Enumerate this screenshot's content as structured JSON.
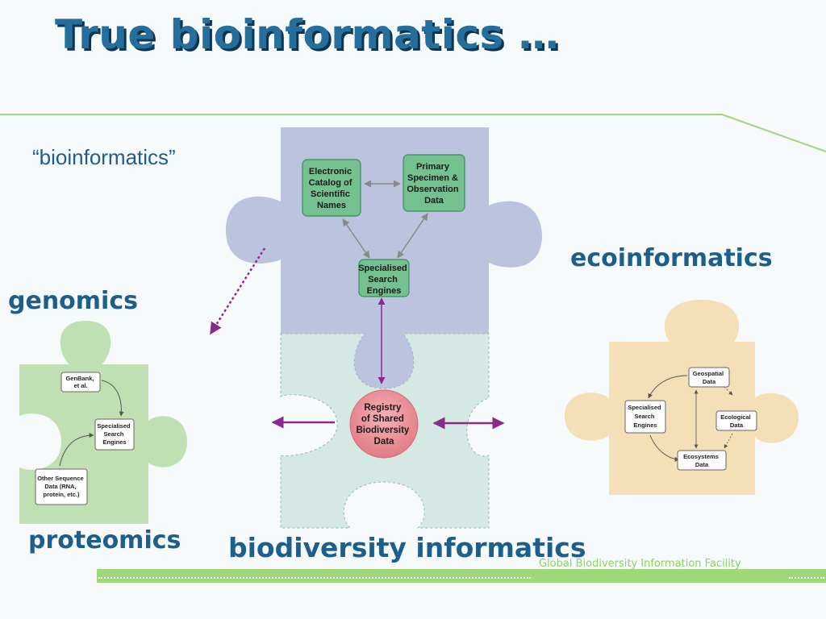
{
  "title": "True bioinformatics …",
  "subtitle": "“bioinformatics”",
  "labels": {
    "genomics": "genomics",
    "ecoinformatics": "ecoinformatics",
    "proteomics": "proteomics",
    "biodiversity_informatics": "biodiversity informatics"
  },
  "footer": "Global Biodiversity Information Facility",
  "center_puzzle": {
    "catalog": [
      "Electronic",
      "Catalog of",
      "Scientific",
      "Names"
    ],
    "specimen": [
      "Primary",
      "Specimen &",
      "Observation",
      "Data"
    ],
    "search": [
      "Specialised",
      "Search",
      "Engines"
    ],
    "registry": [
      "Registry",
      "of Shared",
      "Biodiversity",
      "Data"
    ]
  },
  "left_puzzle": {
    "genbank": [
      "GenBank,",
      "et al."
    ],
    "search": [
      "Specialised",
      "Search",
      "Engines"
    ],
    "other": [
      "Other Sequence",
      "Data (RNA,",
      "protein, etc.)"
    ]
  },
  "right_puzzle": {
    "geospatial": [
      "Geospatial",
      "Data"
    ],
    "search": [
      "Specialised",
      "Search",
      "Engines"
    ],
    "ecological": [
      "Ecological",
      "Data"
    ],
    "ecosystems": [
      "Ecosystems",
      "Data"
    ]
  },
  "colors": {
    "title": "#256f9c",
    "label": "#1d5e8c",
    "purple_puzzle": "#bcc3de",
    "mint_puzzle": "#d5e9e4",
    "green_puzzle": "#bfe0b2",
    "tan_puzzle": "#f4dfb6",
    "accent_line": "#9ed878",
    "arrow_purple": "#8a2a8e"
  }
}
